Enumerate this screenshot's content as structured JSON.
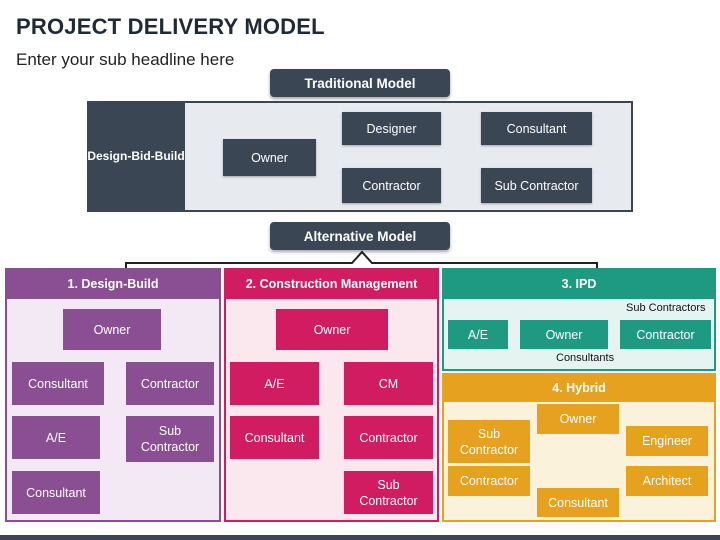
{
  "page": {
    "title": "PROJECT DELIVERY MODEL",
    "subtitle": "Enter your sub headline here"
  },
  "traditional": {
    "label": "Traditional Model",
    "side_label": "Design-Bid-Build",
    "boxes": {
      "owner": "Owner",
      "designer": "Designer",
      "consultant": "Consultant",
      "contractor": "Contractor",
      "sub_contractor": "Sub Contractor"
    }
  },
  "alternative": {
    "label": "Alternative Model",
    "design_build": {
      "title": "1. Design-Build",
      "owner": "Owner",
      "consultant": "Consultant",
      "contractor": "Contractor",
      "ae": "A/E",
      "sub_contractor": "Sub Contractor",
      "consultant_2": "Consultant"
    },
    "construction_management": {
      "title": "2. Construction Management",
      "owner": "Owner",
      "ae": "A/E",
      "cm": "CM",
      "consultant": "Consultant",
      "contractor": "Contractor",
      "sub_contractor": "Sub Contractor"
    },
    "ipd": {
      "title": "3. IPD",
      "ae": "A/E",
      "owner": "Owner",
      "contractor": "Contractor",
      "sub_contractors_label": "Sub Contractors",
      "consultants_label": "Consultants"
    },
    "hybrid": {
      "title": "4. Hybrid",
      "owner": "Owner",
      "sub_contractor": "Sub Contractor",
      "engineer": "Engineer",
      "contractor": "Contractor",
      "architect": "Architect",
      "consultant": "Consultant"
    }
  },
  "colors": {
    "dark": "#3a4654",
    "design_build": "#8a4f92",
    "construction_management": "#d21c61",
    "ipd": "#1e9a82",
    "hybrid": "#e6a11f"
  }
}
